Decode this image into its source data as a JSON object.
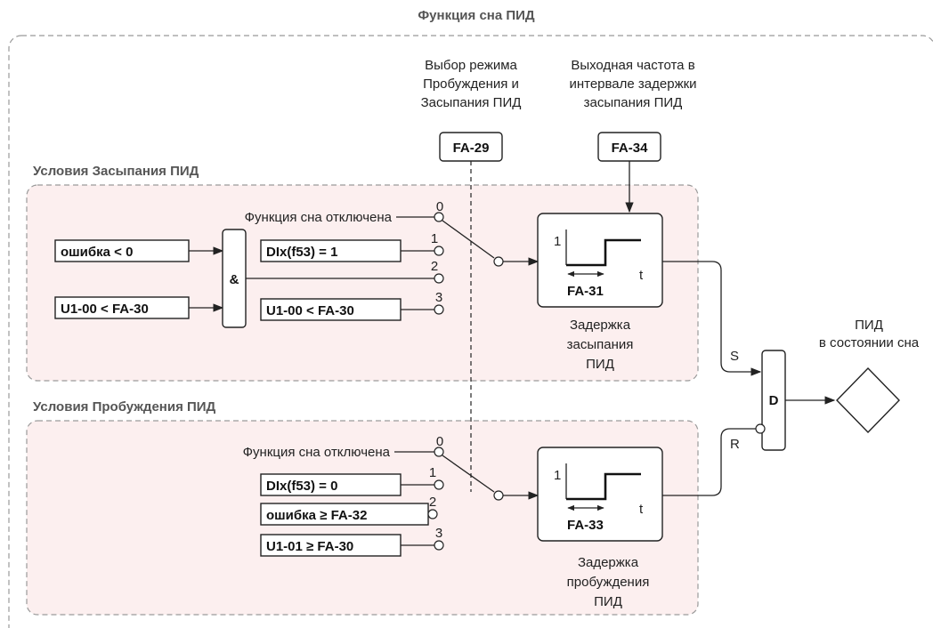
{
  "title": "Функция сна ПИД",
  "mode_select": {
    "caption_lines": [
      "Выбор режима",
      "Пробуждения и",
      "Засыпания ПИД"
    ],
    "param": "FA-29"
  },
  "sleep_freq": {
    "caption_lines": [
      "Выходная частота в",
      "интервале задержки",
      "засыпания ПИД"
    ],
    "param": "FA-34"
  },
  "sleep_group": {
    "label": "Условия Засыпания ПИД",
    "disabled_label": "Функция сна отключена",
    "inputs": [
      "ошибка < 0",
      "U1-00 < FA-30"
    ],
    "and_label": "&",
    "di_label": "DIx(f53) = 1",
    "compare_label": "U1-00 < FA-30",
    "switch_numbers": [
      "0",
      "1",
      "2",
      "3"
    ],
    "timer": {
      "y_label": "1",
      "x_label": "t",
      "param": "FA-31"
    },
    "caption_lines": [
      "Задержка",
      "засыпания",
      "ПИД"
    ]
  },
  "wake_group": {
    "label": "Условия Пробуждения ПИД",
    "disabled_label": "Функция сна отключена",
    "inputs": [
      "DIx(f53) = 0",
      "ошибка ≥ FA-32",
      "U1-01 ≥ FA-30"
    ],
    "switch_numbers": [
      "0",
      "1",
      "2",
      "3"
    ],
    "timer": {
      "y_label": "1",
      "x_label": "t",
      "param": "FA-33"
    },
    "caption_lines": [
      "Задержка",
      "пробуждения",
      "ПИД"
    ]
  },
  "flipflop": {
    "label": "D",
    "set_label": "S",
    "reset_label": "R"
  },
  "output": {
    "caption_lines": [
      "ПИД",
      "в состоянии сна"
    ]
  },
  "colors": {
    "group_fill": "#fcefef",
    "group_border": "#9a9a9a",
    "line": "#222222"
  }
}
